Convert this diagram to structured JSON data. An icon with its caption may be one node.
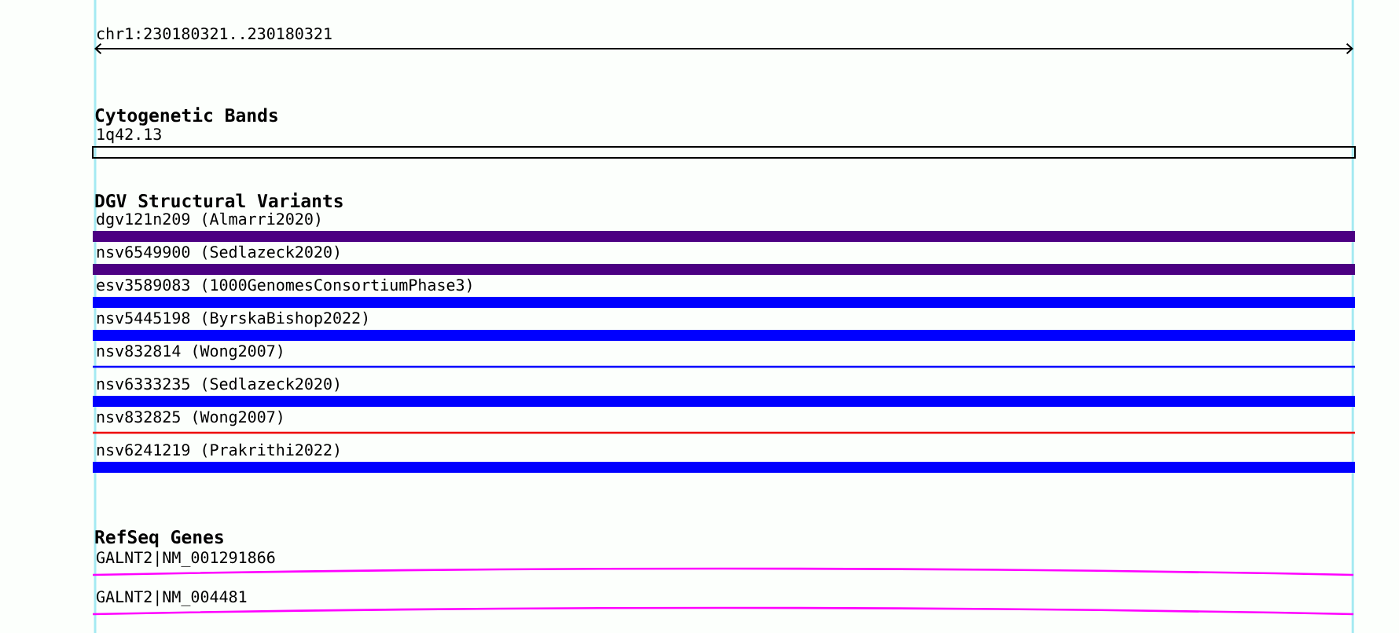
{
  "diagram": {
    "nodes": [
      {
        "text": [
          "1q42.13"
        ]
      },
      {
        "text": [
          "dgv121n209 (Almarri2020)"
        ]
      },
      {
        "text": [
          "nsv6549900 (Sedlazeck2020)"
        ]
      },
      {
        "text": [
          "esv3589083 (1000GenomesConsortiumPhase3)"
        ]
      },
      {
        "text": [
          "nsv5445198 (ByrskaBishop2022)"
        ]
      },
      {
        "text": [
          "nsv832814 (Wong2007)"
        ]
      },
      {
        "text": [
          "nsv6333235 (Sedlazeck2020)"
        ]
      },
      {
        "text": [
          "nsv832825 (Wong2007)"
        ]
      },
      {
        "text": [
          "nsv6241219 (Prakrithi2022)"
        ]
      },
      {
        "text": [
          "GALNT2|NM_001291866"
        ]
      },
      {
        "text": [
          "GALNT2|NM_004481"
        ]
      }
    ],
    "labels": [
      "chr1:230180321..230180321",
      "Cytogenetic Bands",
      "DGV Structural Variants",
      "RefSeq Genes"
    ]
  }
}
